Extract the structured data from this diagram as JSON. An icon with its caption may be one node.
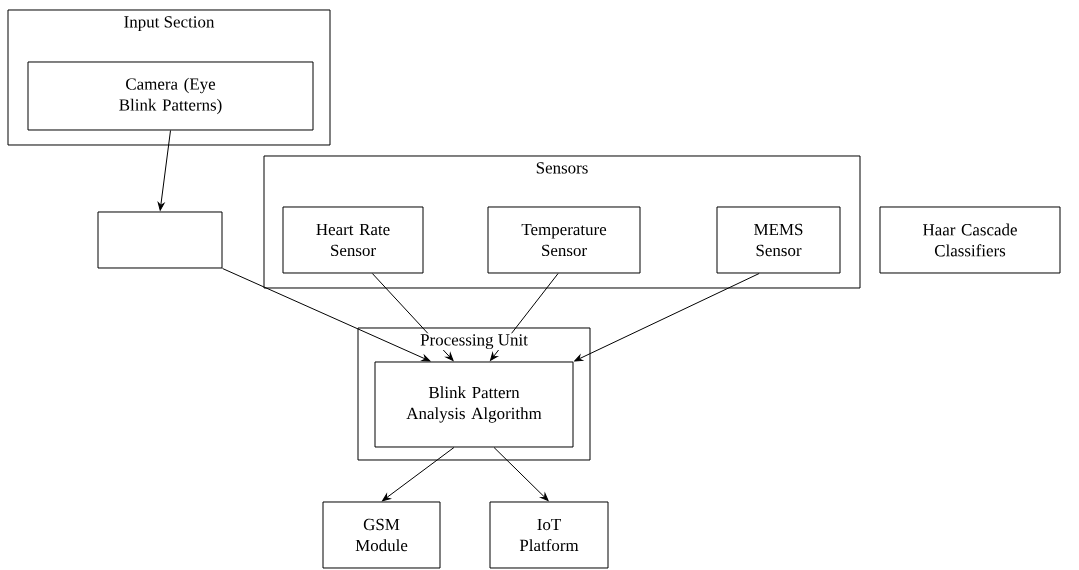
{
  "diagram": {
    "nodes": [
      {
        "text": [
          "Input Section"
        ]
      },
      {
        "text": [
          "Camera (Eye Blink Patterns)"
        ],
        "in": 0
      },
      {
        "text": [],
        "shape": "box"
      },
      {
        "text": [
          "Sensors"
        ]
      },
      {
        "text": [
          "Heart Rate Sensor"
        ],
        "in": 3
      },
      {
        "text": [
          "Temperature Sensor"
        ],
        "in": 3
      },
      {
        "text": [
          "MEMS Sensor"
        ],
        "in": 3
      },
      {
        "text": [
          "Haar Cascade Classifiers"
        ]
      },
      {
        "text": [
          "Processing Unit"
        ]
      },
      {
        "text": [
          "Blink Pattern Analysis Algorithm"
        ],
        "in": 8
      },
      {
        "text": [
          "GSM Module"
        ]
      },
      {
        "text": [
          "IoT Platform"
        ]
      }
    ],
    "edges": [
      {
        "from": 1,
        "to": 2,
        "arrow": "to"
      },
      {
        "from": 2,
        "to": 9,
        "arrow": "to"
      },
      {
        "from": 4,
        "to": 9,
        "arrow": "to"
      },
      {
        "from": 5,
        "to": 9,
        "arrow": "to"
      },
      {
        "from": 6,
        "to": 9,
        "arrow": "to"
      },
      {
        "from": 9,
        "to": 10,
        "arrow": "to"
      },
      {
        "from": 9,
        "to": 11,
        "arrow": "to"
      }
    ]
  }
}
